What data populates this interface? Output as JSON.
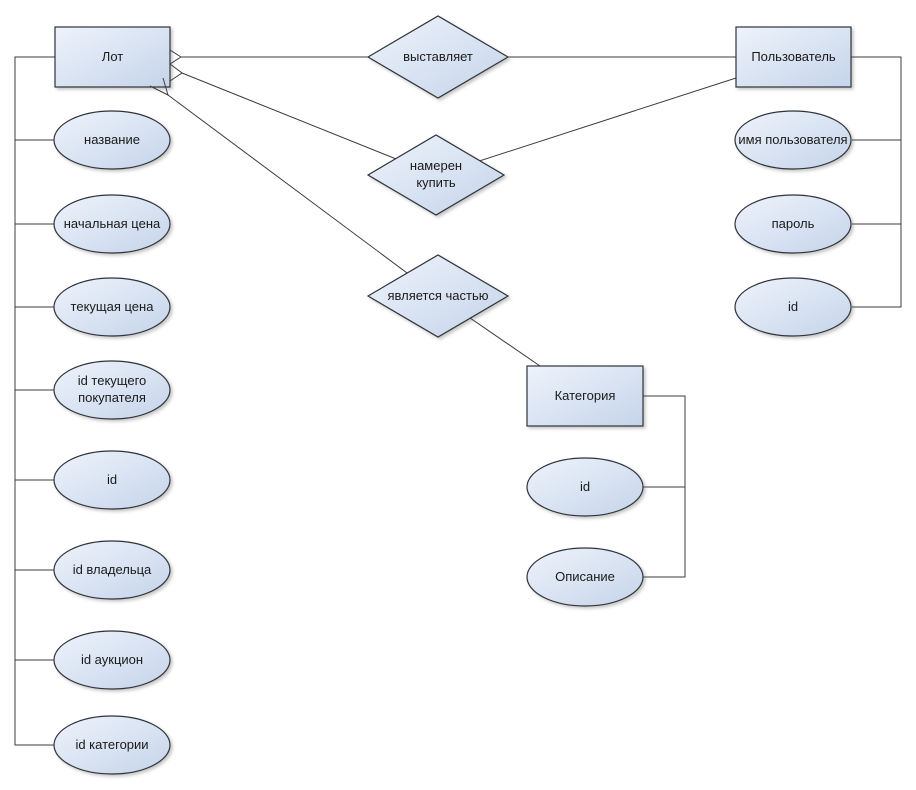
{
  "diagram": {
    "type": "entity-relationship",
    "background": "#ffffff",
    "shape_fill_light": "#eef3fb",
    "shape_fill_dark": "#c5d4ea",
    "shape_stroke": "#2f343b",
    "line_color": "#3c3c3c",
    "text_color": "#1a1a1a",
    "entities": {
      "lot": {
        "label": "Лот"
      },
      "user": {
        "label": "Пользователь"
      },
      "category": {
        "label": "Категория"
      }
    },
    "relationships": {
      "exhibits": {
        "label": "выставляет"
      },
      "intends_to_buy": {
        "label": "намерен купить"
      },
      "is_part_of": {
        "label": "является частью"
      }
    },
    "lot_attributes": [
      "название",
      "начальная цена",
      "текущая цена",
      "id текущего покупателя",
      "id",
      "id владельца",
      "id аукцион",
      "id категории"
    ],
    "user_attributes": [
      "имя пользователя",
      "пароль",
      "id"
    ],
    "category_attributes": [
      "id",
      "Описание"
    ]
  }
}
